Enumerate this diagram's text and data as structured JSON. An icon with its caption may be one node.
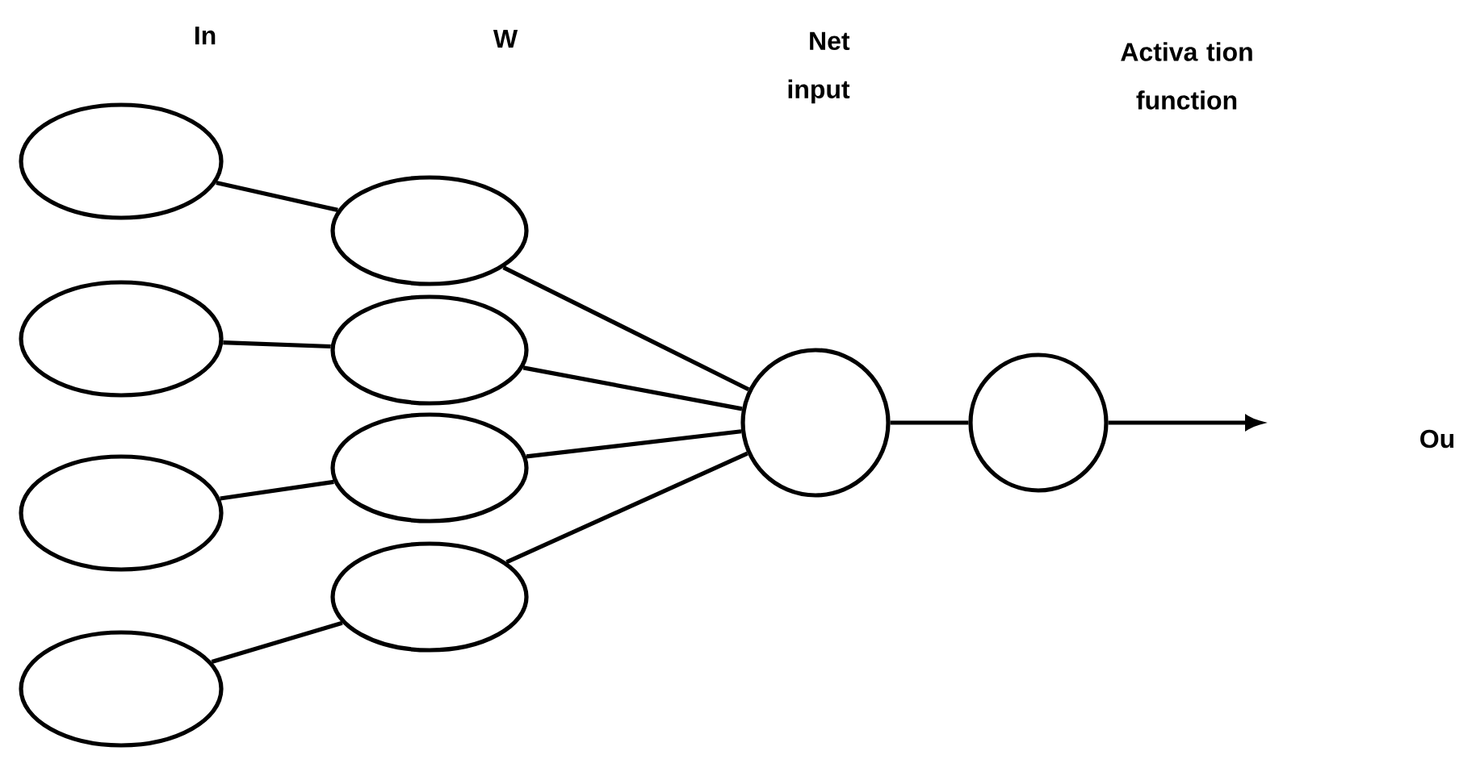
{
  "diagram": {
    "nodes": [
      {
        "text": [],
        "shape": "ellipse"
      },
      {
        "text": [],
        "shape": "ellipse"
      },
      {
        "text": [],
        "shape": "ellipse"
      },
      {
        "text": [],
        "shape": "ellipse"
      },
      {
        "text": [],
        "shape": "ellipse"
      },
      {
        "text": [],
        "shape": "ellipse"
      },
      {
        "text": [],
        "shape": "ellipse"
      },
      {
        "text": [],
        "shape": "ellipse"
      },
      {
        "text": [],
        "shape": "circle"
      },
      {
        "text": [],
        "shape": "circle"
      }
    ],
    "edges": [
      {
        "from": 0,
        "to": 4,
        "arrow": "none"
      },
      {
        "from": 1,
        "to": 5,
        "arrow": "none"
      },
      {
        "from": 2,
        "to": 6,
        "arrow": "none"
      },
      {
        "from": 3,
        "to": 7,
        "arrow": "none"
      },
      {
        "from": 4,
        "to": 8,
        "arrow": "none"
      },
      {
        "from": 5,
        "to": 8,
        "arrow": "none"
      },
      {
        "from": 6,
        "to": 8,
        "arrow": "none"
      },
      {
        "from": 7,
        "to": 8,
        "arrow": "none"
      },
      {
        "from": 8,
        "to": 9,
        "arrow": "none"
      },
      {
        "from": 9,
        "to": null,
        "arrow": "to"
      }
    ],
    "labels": [
      "In",
      "W",
      "Net input",
      "Activa tion function",
      "Ou"
    ]
  }
}
